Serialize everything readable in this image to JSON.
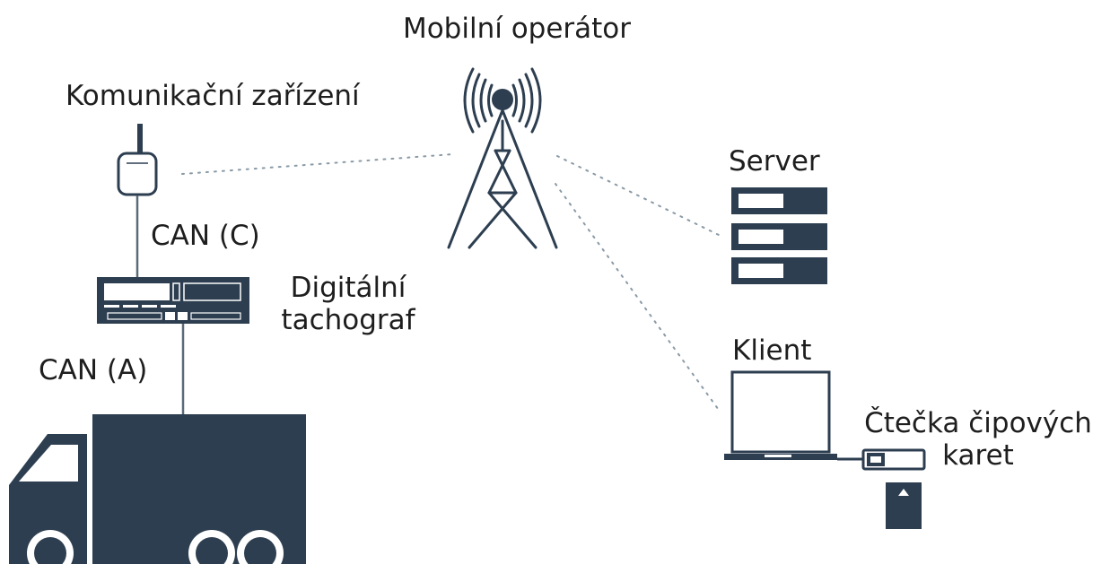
{
  "colors": {
    "primary": "#2d3e50",
    "connector": "#5a6b78",
    "dotted": "#8a9aa6",
    "background": "#ffffff"
  },
  "labels": {
    "mobile_operator": "Mobilní operátor",
    "communication_device": "Komunikační zařízení",
    "can_c": "CAN (C)",
    "tachograph": "Digitální\ntachograf",
    "can_a": "CAN (A)",
    "server": "Server",
    "client": "Klient",
    "card_reader": "Čtečka čipových\nkaret"
  },
  "icons": [
    "cell-tower-icon",
    "communication-device-icon",
    "tachograph-icon",
    "truck-icon",
    "server-icon",
    "laptop-icon",
    "card-reader-icon",
    "chip-card-icon"
  ]
}
